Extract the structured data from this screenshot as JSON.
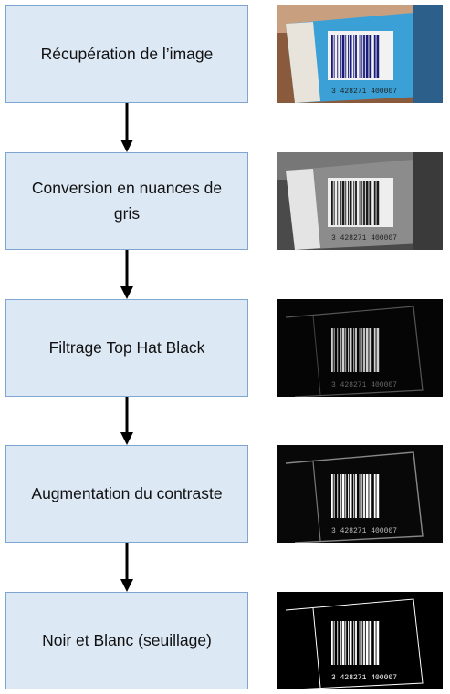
{
  "steps": [
    {
      "label": "Récupération de l’image",
      "thumb_variant": "color"
    },
    {
      "label": "Conversion en nuances de gris",
      "thumb_variant": "grayscale"
    },
    {
      "label": "Filtrage Top Hat Black",
      "thumb_variant": "tophat"
    },
    {
      "label": "Augmentation du contraste",
      "thumb_variant": "contrast"
    },
    {
      "label": "Noir et Blanc (seuillage)",
      "thumb_variant": "binary"
    }
  ],
  "colors": {
    "box_fill": "#dde8f5",
    "box_border": "#7fa6d1",
    "arrow": "#000000",
    "packaging_blue": "#3aa0d6"
  },
  "barcode_digits": "3 428271 400007"
}
